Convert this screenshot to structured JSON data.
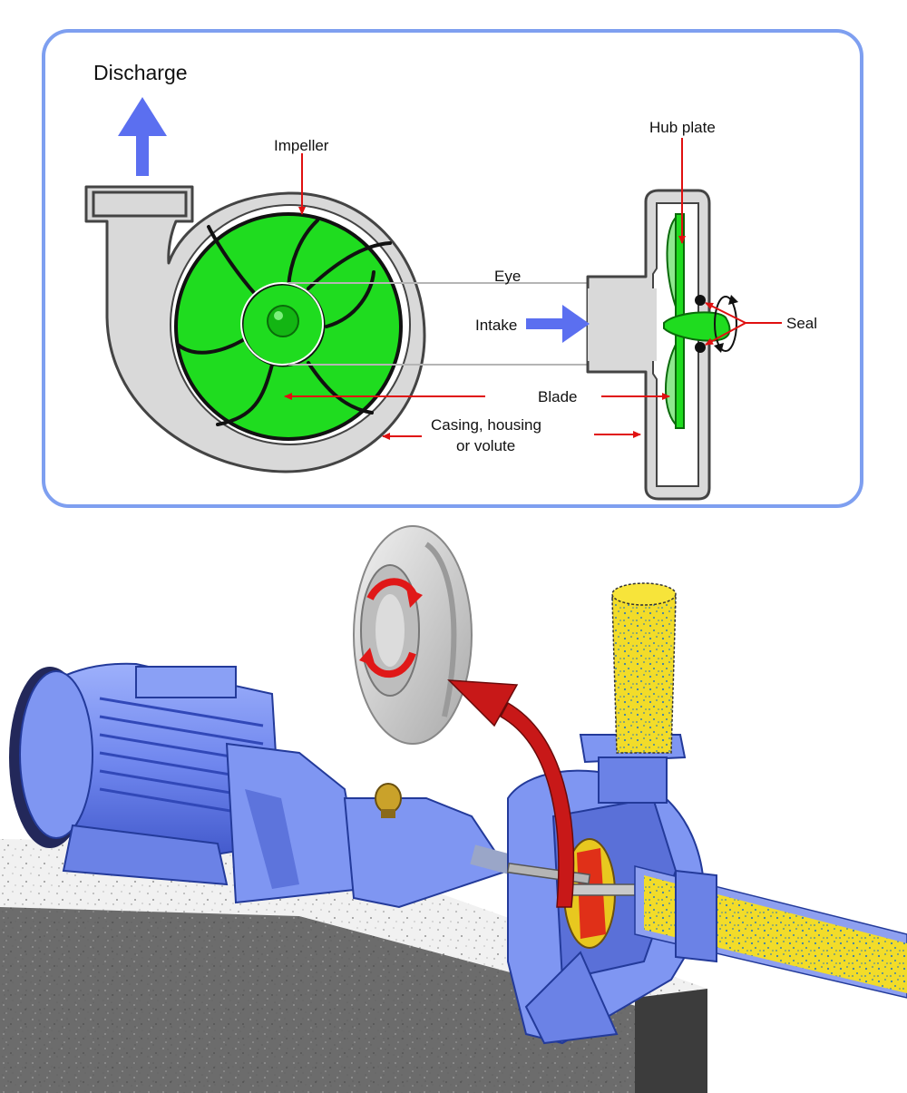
{
  "diagram": {
    "labels": {
      "discharge": "Discharge",
      "impeller": "Impeller",
      "hub_plate": "Hub plate",
      "eye": "Eye",
      "intake": "Intake",
      "seal": "Seal",
      "blade": "Blade",
      "casing_line1": "Casing, housing",
      "casing_line2": "or volute"
    },
    "colors": {
      "panel_border": "#7e9ff0",
      "casing_fill": "#d9d9d9",
      "impeller_green": "#1fdc1f",
      "flow_arrow_blue": "#5b6ff0",
      "leader_red": "#e01010",
      "pump_blue": "#7f96f2",
      "slurry_yellow": "#f2dc2a",
      "rotation_arrow_red": "#c81818"
    }
  }
}
